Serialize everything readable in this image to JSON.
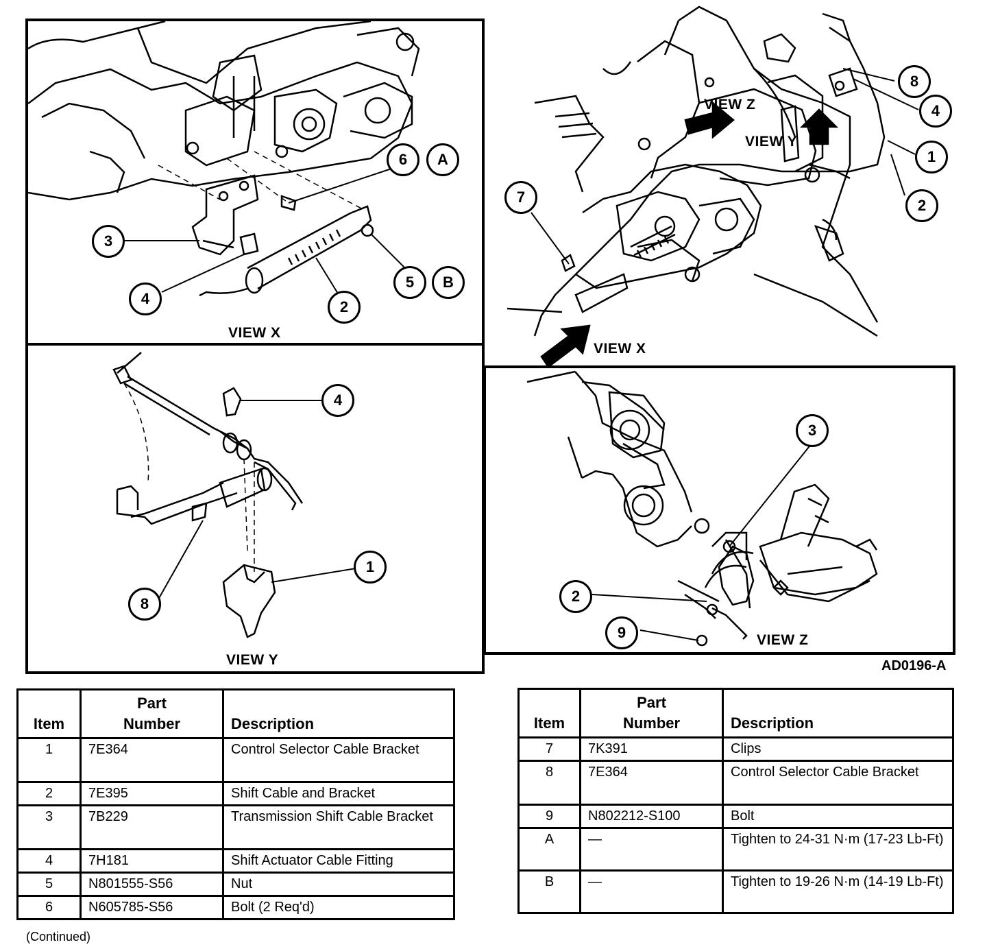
{
  "views": {
    "x_label": "VIEW X",
    "y_label": "VIEW Y",
    "z_label": "VIEW Z",
    "overview_view_x": "VIEW X",
    "overview_view_y": "VIEW Y",
    "overview_view_z": "VIEW Z"
  },
  "callouts": {
    "view_x": {
      "c6": "6",
      "cA": "A",
      "c3": "3",
      "c4": "4",
      "c5": "5",
      "cB": "B",
      "c2": "2"
    },
    "view_y": {
      "c4": "4",
      "c1": "1",
      "c8": "8"
    },
    "overview": {
      "c8": "8",
      "c4": "4",
      "c1": "1",
      "c2": "2",
      "c7": "7"
    },
    "view_z": {
      "c3": "3",
      "c2": "2",
      "c9": "9"
    }
  },
  "figure_id": "AD0196-A",
  "table_headers": {
    "item": "Item",
    "part_line1": "Part",
    "part_line2": "Number",
    "description": "Description"
  },
  "parts_left": [
    {
      "item": "1",
      "part": "7E364",
      "description": "Control Selector Cable Bracket"
    },
    {
      "item": "2",
      "part": "7E395",
      "description": "Shift Cable and Bracket"
    },
    {
      "item": "3",
      "part": "7B229",
      "description": "Transmission Shift Cable Bracket"
    },
    {
      "item": "4",
      "part": "7H181",
      "description": "Shift Actuator Cable Fitting"
    },
    {
      "item": "5",
      "part": "N801555-S56",
      "description": "Nut"
    },
    {
      "item": "6",
      "part": "N605785-S56",
      "description": "Bolt (2 Req'd)"
    }
  ],
  "parts_right": [
    {
      "item": "7",
      "part": "7K391",
      "description": "Clips"
    },
    {
      "item": "8",
      "part": "7E364",
      "description": "Control Selector Cable Bracket"
    },
    {
      "item": "9",
      "part": "N802212-S100",
      "description": "Bolt"
    },
    {
      "item": "A",
      "part": "—",
      "description": "Tighten to 24-31 N·m (17-23 Lb-Ft)"
    },
    {
      "item": "B",
      "part": "—",
      "description": "Tighten to 19-26 N·m (14-19 Lb-Ft)"
    }
  ],
  "continued": "(Continued)"
}
